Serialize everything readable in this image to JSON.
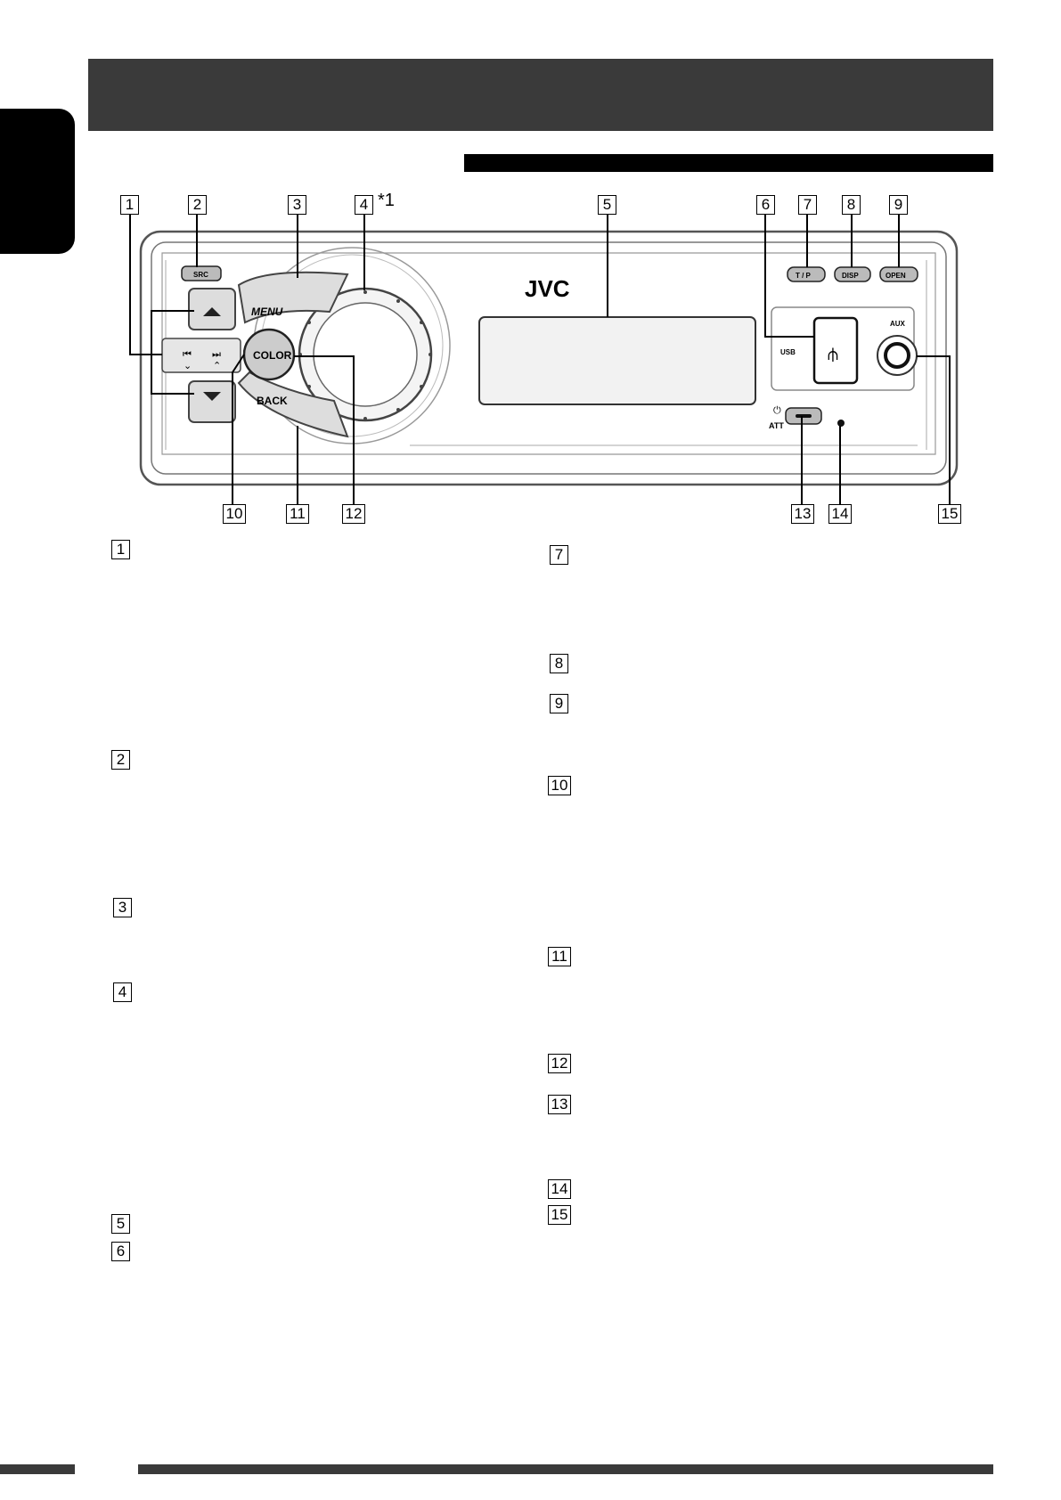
{
  "panel_labels": {
    "brand": "JVC",
    "src": "SRC",
    "menu": "MENU",
    "back": "BACK",
    "color": "COLOR",
    "tp": "T / P",
    "disp": "DISP",
    "open": "OPEN",
    "usb": "USB",
    "aux": "AUX",
    "att": "ATT",
    "prev_icon": "⏮",
    "next_icon": "⏭",
    "power_icon": "⏻"
  },
  "diagram_callouts": [
    "1",
    "2",
    "3",
    "4",
    "5",
    "6",
    "7",
    "8",
    "9",
    "10",
    "11",
    "12",
    "13",
    "14",
    "15"
  ],
  "footnote_marker": "*1",
  "legend_left": [
    "1",
    "2",
    "3",
    "4",
    "5",
    "6"
  ],
  "legend_right": [
    "7",
    "8",
    "9",
    "10",
    "11",
    "12",
    "13",
    "14",
    "15"
  ]
}
